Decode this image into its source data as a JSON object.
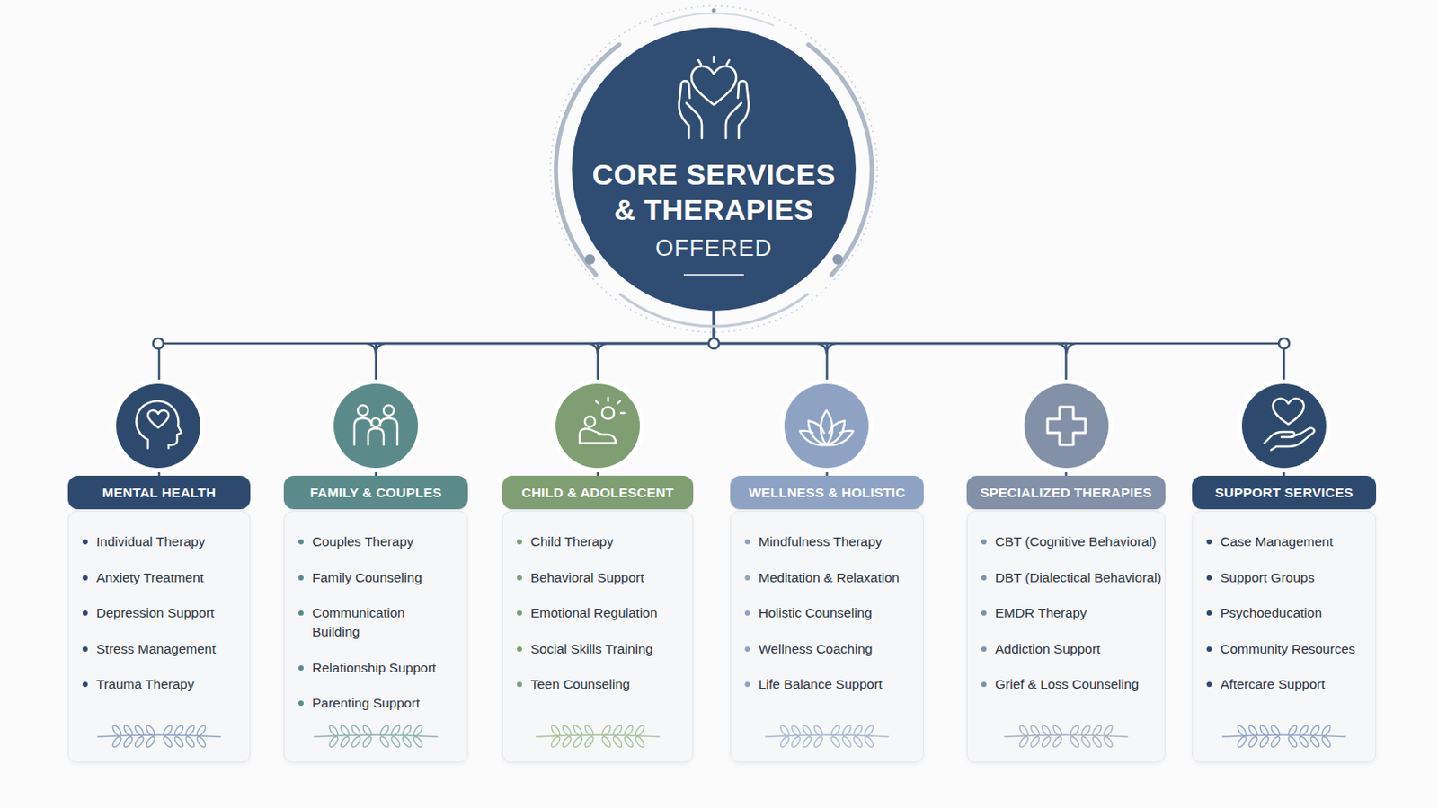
{
  "diagram": {
    "nodes": [
      {
        "text": [
          "CORE SERVICES & THERAPIES",
          "OFFERED"
        ]
      },
      {
        "text": [
          "MENTAL HEALTH"
        ]
      },
      {
        "text": [
          "Individual Therapy",
          "Anxiety Treatment",
          "Depression Support",
          "Stress Management",
          "Trauma Therapy"
        ]
      },
      {
        "text": [
          "FAMILY & COUPLES"
        ]
      },
      {
        "text": [
          "Couples Therapy",
          "Family Counseling",
          "Communication Building",
          "Relationship Support",
          "Parenting Support"
        ]
      },
      {
        "text": [
          "CHILD & ADOLESCENT"
        ]
      },
      {
        "text": [
          "Child Therapy",
          "Behavioral Support",
          "Emotional Regulation",
          "Social Skills Training",
          "Teen Counseling"
        ]
      },
      {
        "text": [
          "WELLNESS & HOLISTIC"
        ]
      },
      {
        "text": [
          "Mindfulness Therapy",
          "Meditation & Relaxation",
          "Holistic Counseling",
          "Wellness Coaching",
          "Life Balance Support"
        ]
      },
      {
        "text": [
          "SPECIALIZED THERAPIES"
        ]
      },
      {
        "text": [
          "CBT (Cognitive Behavioral)",
          "DBT (Dialectical Behavioral)",
          "EMDR Therapy",
          "Addiction Support",
          "Grief & Loss Counseling"
        ]
      },
      {
        "text": [
          "SUPPORT SERVICES"
        ]
      },
      {
        "text": [
          "Case Management",
          "Support Groups",
          "Psychoeducation",
          "Community Resources",
          "Aftercare Support"
        ]
      }
    ],
    "edges": [
      {
        "from": 0,
        "to": 1,
        "arrow": "none"
      },
      {
        "from": 0,
        "to": 3,
        "arrow": "none"
      },
      {
        "from": 0,
        "to": 5,
        "arrow": "none"
      },
      {
        "from": 0,
        "to": 7,
        "arrow": "none"
      },
      {
        "from": 0,
        "to": 9,
        "arrow": "none"
      },
      {
        "from": 0,
        "to": 11,
        "arrow": "none"
      }
    ]
  }
}
